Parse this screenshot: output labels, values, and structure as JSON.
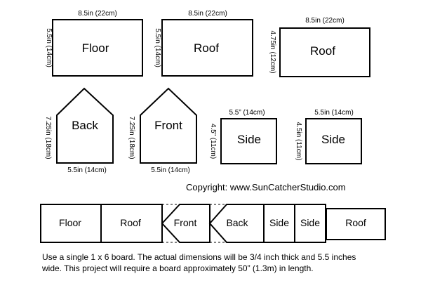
{
  "pieces": {
    "floor": {
      "name": "Floor",
      "width": "8.5in (22cm)",
      "height": "5.5in (14cm)"
    },
    "roof1": {
      "name": "Roof",
      "width": "8.5in (22cm)",
      "height": "5.5in (14cm)"
    },
    "roof2": {
      "name": "Roof",
      "width": "8.5in (22cm)",
      "height": "4.75in (12cm)"
    },
    "back": {
      "name": "Back",
      "width": "5.5in (14cm)",
      "height": "7.25in (18cm)"
    },
    "front": {
      "name": "Front",
      "width": "5.5in (14cm)",
      "height": "7.25in (18cm)"
    },
    "side1": {
      "name": "Side",
      "width": "5.5” (14cm)",
      "height": "4.5” (11cm)"
    },
    "side2": {
      "name": "Side",
      "width": "5.5in (14cm)",
      "height": "4.5in (11cm)"
    }
  },
  "copyright": "Copyright:  www.SunCatcherStudio.com",
  "board": [
    "Floor",
    "Roof",
    "Front",
    "Back",
    "Side",
    "Side",
    "Roof"
  ],
  "note_line1": "Use a single 1 x 6 board.  The actual dimensions will be 3/4 inch thick and 5.5 inches",
  "note_line2": "wide.  This project will require a board approximately 50” (1.3m) in length."
}
